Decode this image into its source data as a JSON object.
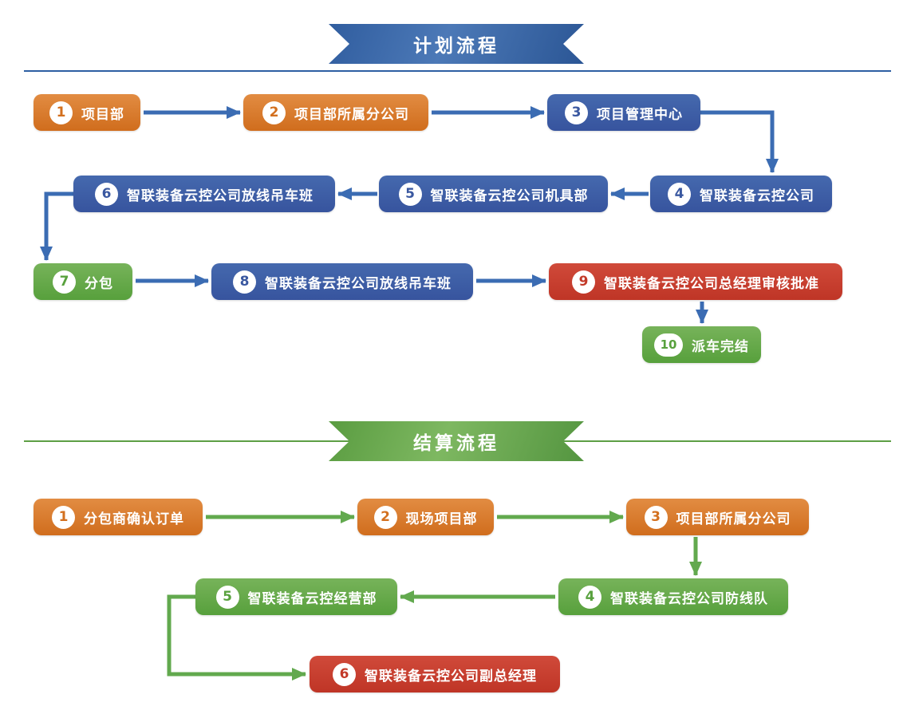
{
  "palette": {
    "orange_top": "#e28c42",
    "orange_bottom": "#d06d1d",
    "blue_top": "#4569ae",
    "blue_bottom": "#37549e",
    "green_top": "#77b35a",
    "green_bottom": "#57a03c",
    "red_top": "#d04a3a",
    "red_bottom": "#bf3526",
    "arrow_blue": "#3b6cb3",
    "arrow_green": "#62a94e",
    "banner_blue": "#32609f",
    "banner_green": "#61a24a",
    "divider_blue": "#2e5fa3",
    "divider_green": "#5d9f45"
  },
  "sections": [
    {
      "id": "plan",
      "header": {
        "title": "计划流程"
      },
      "nodes": [
        {
          "id": "p1",
          "num": "1",
          "label": "项目部",
          "color": "orange"
        },
        {
          "id": "p2",
          "num": "2",
          "label": "项目部所属分公司",
          "color": "orange"
        },
        {
          "id": "p3",
          "num": "3",
          "label": "项目管理中心",
          "color": "blue"
        },
        {
          "id": "p4",
          "num": "4",
          "label": "智联装备云控公司",
          "color": "blue"
        },
        {
          "id": "p5",
          "num": "5",
          "label": "智联装备云控公司机具部",
          "color": "blue"
        },
        {
          "id": "p6",
          "num": "6",
          "label": "智联装备云控公司放线吊车班",
          "color": "blue"
        },
        {
          "id": "p7",
          "num": "7",
          "label": "分包",
          "color": "green"
        },
        {
          "id": "p8",
          "num": "8",
          "label": "智联装备云控公司放线吊车班",
          "color": "blue"
        },
        {
          "id": "p9",
          "num": "9",
          "label": "智联装备云控公司总经理审核批准",
          "color": "red"
        },
        {
          "id": "p10",
          "num": "10",
          "label": "派车完结",
          "color": "green"
        }
      ],
      "edges": [
        {
          "from": "1",
          "to": "2"
        },
        {
          "from": "2",
          "to": "3"
        },
        {
          "from": "3",
          "to": "4"
        },
        {
          "from": "4",
          "to": "5"
        },
        {
          "from": "5",
          "to": "6"
        },
        {
          "from": "6",
          "to": "7"
        },
        {
          "from": "7",
          "to": "8"
        },
        {
          "from": "8",
          "to": "9"
        },
        {
          "from": "9",
          "to": "10"
        }
      ]
    },
    {
      "id": "settlement",
      "header": {
        "title": "结算流程"
      },
      "nodes": [
        {
          "id": "s1",
          "num": "1",
          "label": "分包商确认订单",
          "color": "orange"
        },
        {
          "id": "s2",
          "num": "2",
          "label": "现场项目部",
          "color": "orange"
        },
        {
          "id": "s3",
          "num": "3",
          "label": "项目部所属分公司",
          "color": "orange"
        },
        {
          "id": "s4",
          "num": "4",
          "label": "智联装备云控公司防线队",
          "color": "green"
        },
        {
          "id": "s5",
          "num": "5",
          "label": "智联装备云控经营部",
          "color": "green"
        },
        {
          "id": "s6",
          "num": "6",
          "label": "智联装备云控公司副总经理",
          "color": "red"
        }
      ],
      "edges": [
        {
          "from": "1",
          "to": "2"
        },
        {
          "from": "2",
          "to": "3"
        },
        {
          "from": "3",
          "to": "4"
        },
        {
          "from": "4",
          "to": "5"
        },
        {
          "from": "5",
          "to": "6"
        }
      ]
    }
  ]
}
